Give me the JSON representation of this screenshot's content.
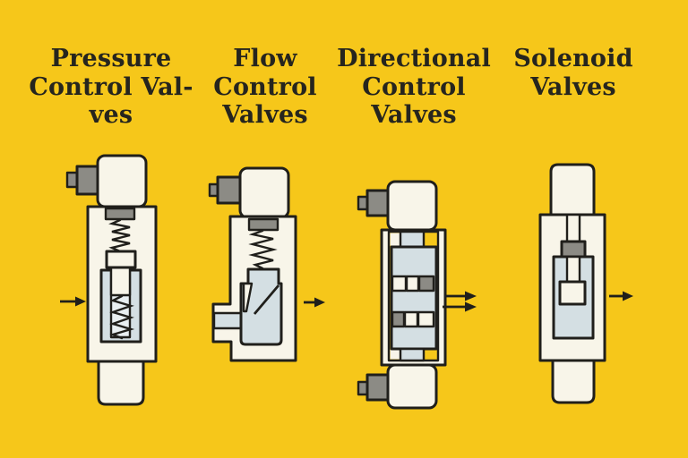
{
  "palette": {
    "background": "#F6C71A",
    "outline": "#201F1B",
    "cream": "#F8F5E9",
    "light_blue": "#D4DFE3",
    "pale_blue": "#E9EFF1",
    "gray": "#8C8B85",
    "text": "#26251E"
  },
  "columns": [
    {
      "heading_lines": [
        "Pressure",
        "Control Val-",
        "ves"
      ],
      "diagram": "pressure-control-valve",
      "flow_arrow_count": 1,
      "flow_direction": "right"
    },
    {
      "heading_lines": [
        "Flow",
        "Control",
        "Valves"
      ],
      "diagram": "flow-control-valve",
      "flow_arrow_count": 1,
      "flow_direction": "right"
    },
    {
      "heading_lines": [
        "Directional",
        "Control",
        "Valves"
      ],
      "diagram": "directional-control-valve",
      "flow_arrow_count": 2,
      "flow_direction": "right"
    },
    {
      "heading_lines": [
        "Solenoid",
        "Valves"
      ],
      "diagram": "solenoid-valve",
      "flow_arrow_count": 1,
      "flow_direction": "right"
    }
  ]
}
